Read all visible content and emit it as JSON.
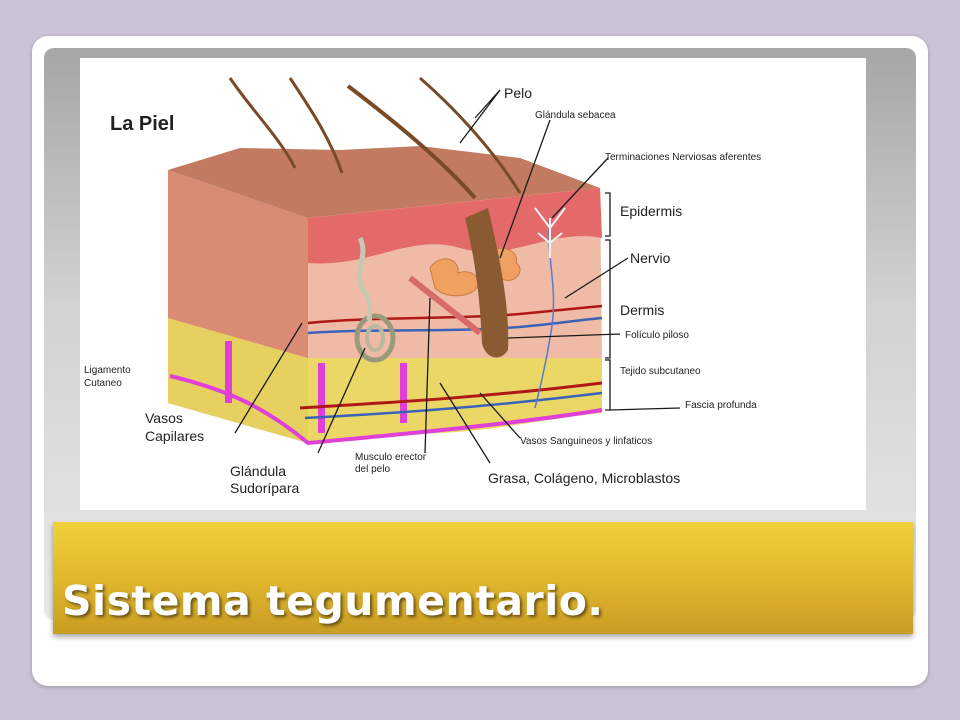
{
  "slide": {
    "title": "Sistema tegumentario."
  },
  "diagram": {
    "heading": "La Piel",
    "labels": {
      "pelo": "Pelo",
      "glandula_sebacea": "Glándula sebacea",
      "terminaciones": "Terminaciones Nerviosas aferentes",
      "epidermis": "Epidermis",
      "nervio": "Nervio",
      "dermis": "Dermis",
      "foliculo": "Folículo piloso",
      "tejido": "Tejido subcutaneo",
      "fascia": "Fascia profunda",
      "vasos_sanguineos": "Vasos Sanguineos y linfaticos",
      "grasa": "Grasa, Colágeno, Microblastos",
      "musculo_1": "Musculo erector",
      "musculo_2": "del pelo",
      "glandula_sud_1": "Glándula",
      "glandula_sud_2": "Sudorípara",
      "vasos_cap_1": "Vasos",
      "vasos_cap_2": "Capilares",
      "ligamento_1": "Ligamento",
      "ligamento_2": "Cutaneo"
    },
    "colors": {
      "epidermis": "#e8a58e",
      "dermis": "#f0b9a4",
      "subcutaneous": "#e9d566",
      "fascia": "#e040d8",
      "vessel_red": "#b01818",
      "vessel_blue": "#3a62b8",
      "hair": "#7a4a26",
      "title_bar": "#e0b52c"
    }
  }
}
